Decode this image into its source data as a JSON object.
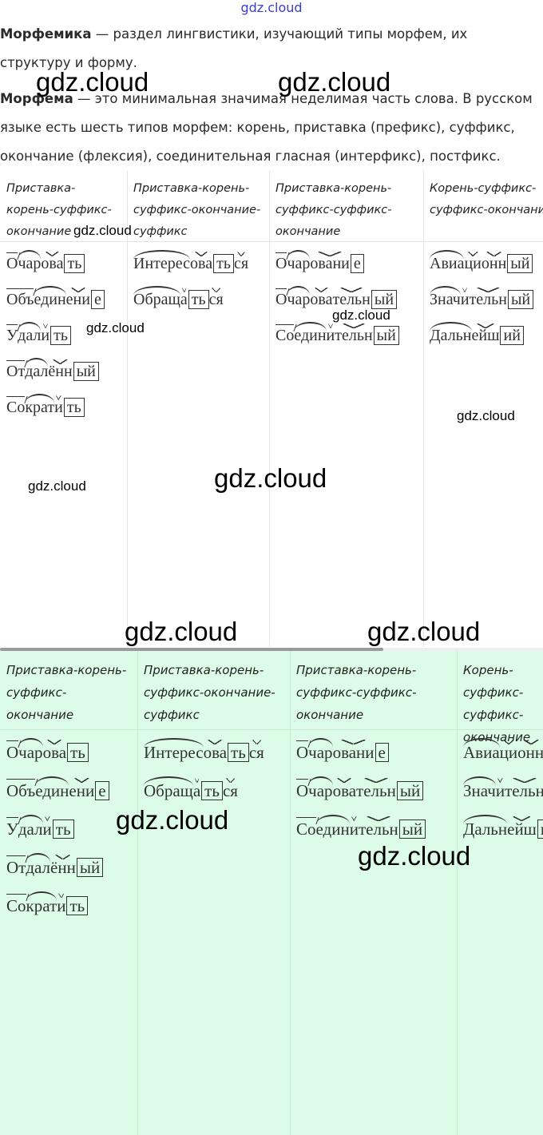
{
  "site_watermark": "gdz.cloud",
  "intro": {
    "p1_term": "Морфемика",
    "p1_text": " — раздел лингвистики, изучающий типы морфем, их структуру и форму.",
    "p2_term": "Морфема",
    "p2_text": " — это минимальная значимая неделимая часть слова. В русском языке есть шесть типов морфем: корень, приставка (префикс), суффикс, окончание (флексия), соединительная гласная (интерфикс), постфикс."
  },
  "watermarks": [
    "gdz.cloud",
    "gdz.cloud",
    "gdz.cloud",
    "gdz.cloud",
    "gdz.cloud",
    "gdz.cloud",
    "gdz.cloud",
    "gdz.cloud",
    "gdz.cloud",
    "gdz.cloud",
    "gdz.cloud",
    "gdz.cloud"
  ],
  "table": {
    "columns": [
      {
        "header": "Приставка-корень-суффикс-окончание",
        "words": [
          [
            [
              "prefix",
              "О"
            ],
            [
              "root",
              "чар"
            ],
            [
              "suffix",
              "ова"
            ],
            [
              "ending",
              "ть"
            ]
          ],
          [
            [
              "prefix",
              "Объ"
            ],
            [
              "root",
              "един"
            ],
            [
              "suffix",
              "ени"
            ],
            [
              "ending",
              "е"
            ]
          ],
          [
            [
              "prefix",
              "У"
            ],
            [
              "root",
              "дал"
            ],
            [
              "suffix",
              "и"
            ],
            [
              "ending",
              "ть"
            ]
          ],
          [
            [
              "prefix",
              "От"
            ],
            [
              "root",
              "дал"
            ],
            [
              "suffix",
              "ённ"
            ],
            [
              "ending",
              "ый"
            ]
          ],
          [
            [
              "prefix",
              "Со"
            ],
            [
              "root",
              "крат"
            ],
            [
              "suffix",
              "и"
            ],
            [
              "ending",
              "ть"
            ]
          ]
        ]
      },
      {
        "header": "Приставка-корень-суффикс-окончание-суффикс",
        "words": [
          [
            [
              "root",
              "Интерес"
            ],
            [
              "suffix",
              "ова"
            ],
            [
              "ending",
              "ть"
            ],
            [
              "postfix",
              "ся"
            ]
          ],
          [
            [
              "root",
              "Обращ"
            ],
            [
              "suffix",
              "а"
            ],
            [
              "ending",
              "ть"
            ],
            [
              "postfix",
              "ся"
            ]
          ]
        ]
      },
      {
        "header": "Приставка-корень-суффикс-суффикс-окончание",
        "words": [
          [
            [
              "prefix",
              "О"
            ],
            [
              "root",
              "чар"
            ],
            [
              "suffix",
              "овани"
            ],
            [
              "ending",
              "е"
            ]
          ],
          [
            [
              "prefix",
              "О"
            ],
            [
              "root",
              "чар"
            ],
            [
              "suffix",
              "ова"
            ],
            [
              "suffix",
              "тельн"
            ],
            [
              "ending",
              "ый"
            ]
          ],
          [
            [
              "prefix",
              "Со"
            ],
            [
              "root",
              "един"
            ],
            [
              "suffix",
              "и"
            ],
            [
              "suffix",
              "тельн"
            ],
            [
              "ending",
              "ый"
            ]
          ]
        ]
      },
      {
        "header": "Корень-суффикс-суффикс-окончание",
        "words": [
          [
            [
              "root",
              "Авиа"
            ],
            [
              "suffix",
              "ци"
            ],
            [
              "suffix",
              "онн"
            ],
            [
              "ending",
              "ый"
            ]
          ],
          [
            [
              "root",
              "Знач"
            ],
            [
              "suffix",
              "и"
            ],
            [
              "suffix",
              "тельн"
            ],
            [
              "ending",
              "ый"
            ]
          ],
          [
            [
              "root",
              "Дальн"
            ],
            [
              "suffix",
              "ейш"
            ],
            [
              "ending",
              "ий"
            ]
          ]
        ]
      }
    ]
  }
}
